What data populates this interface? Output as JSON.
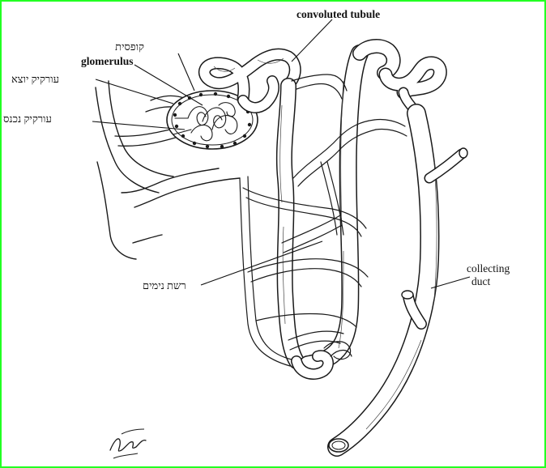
{
  "labels": {
    "convoluted_tubule": "convoluted tubule",
    "capsule": "קופסית",
    "glomerulus": "glomerulus",
    "efferent_arteriole": "עורקיק יוצא",
    "afferent_arteriole": "עורקיק נכנס",
    "capillary_network": "רשת נימים",
    "collecting_line1": "collecting",
    "collecting_line2": "duct"
  },
  "colors": {
    "ink": "#1a1a1a",
    "frame": "#22ff22",
    "paper": "#ffffff"
  }
}
